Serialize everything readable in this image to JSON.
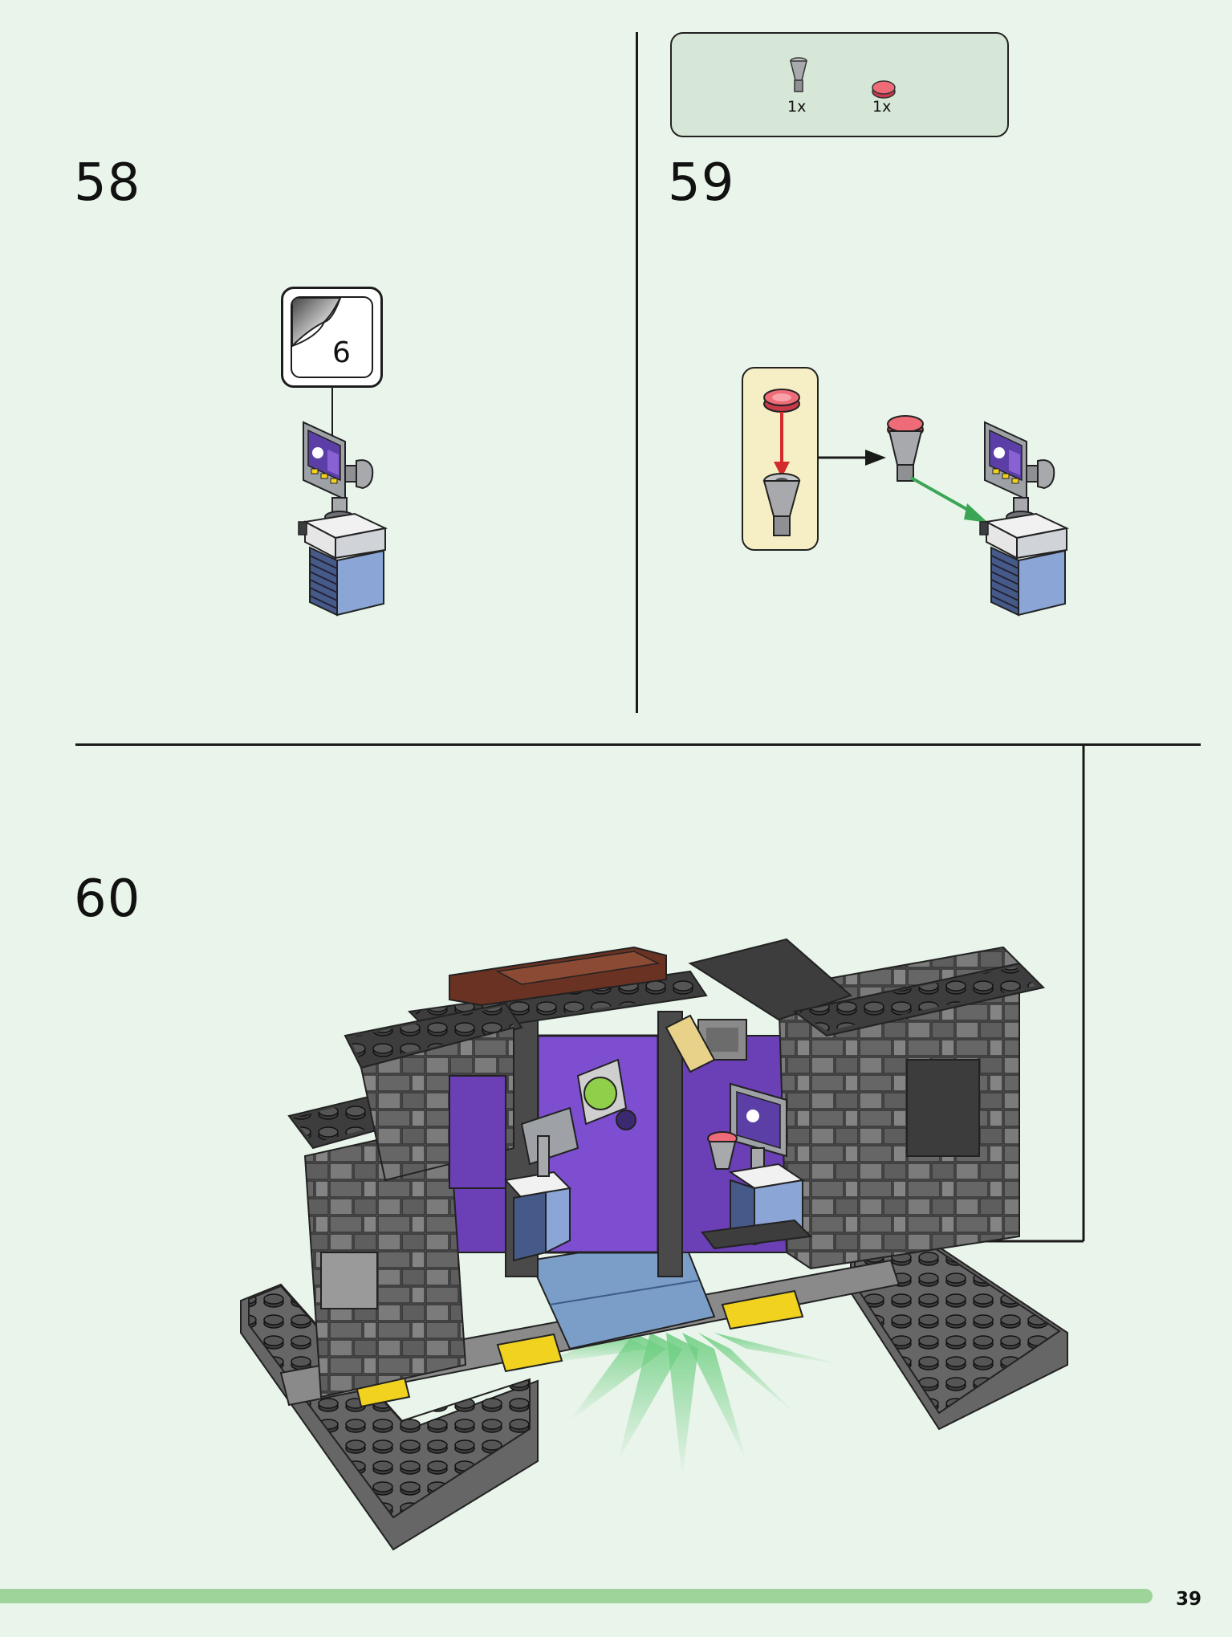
{
  "steps": {
    "step58": {
      "number": "58",
      "callout_count": "6"
    },
    "step59": {
      "number": "59"
    },
    "step60": {
      "number": "60"
    }
  },
  "parts_list": [
    {
      "part": "light-gray-cone-piece",
      "qty": "1x",
      "color": "#a7a9ac"
    },
    {
      "part": "trans-red-round-tile",
      "qty": "1x",
      "color": "#e4525f"
    }
  ],
  "colors": {
    "background": "#e9f4ea",
    "parts_box": "#d7e7d7",
    "sub_assembly_box": "#f6efc5",
    "progress_bar": "#9ed39a",
    "dark_stone": "#4a4a4a",
    "purple_wall": "#6b3fb5",
    "brown_roof": "#6a3222",
    "blue_floor": "#7b9ec8",
    "yellow_stripe": "#f1d31f",
    "green_glow": "#6fcf83",
    "red_arrow": "#d32b2b",
    "green_arrow": "#3aa655"
  },
  "footer": {
    "page_number": "39"
  }
}
